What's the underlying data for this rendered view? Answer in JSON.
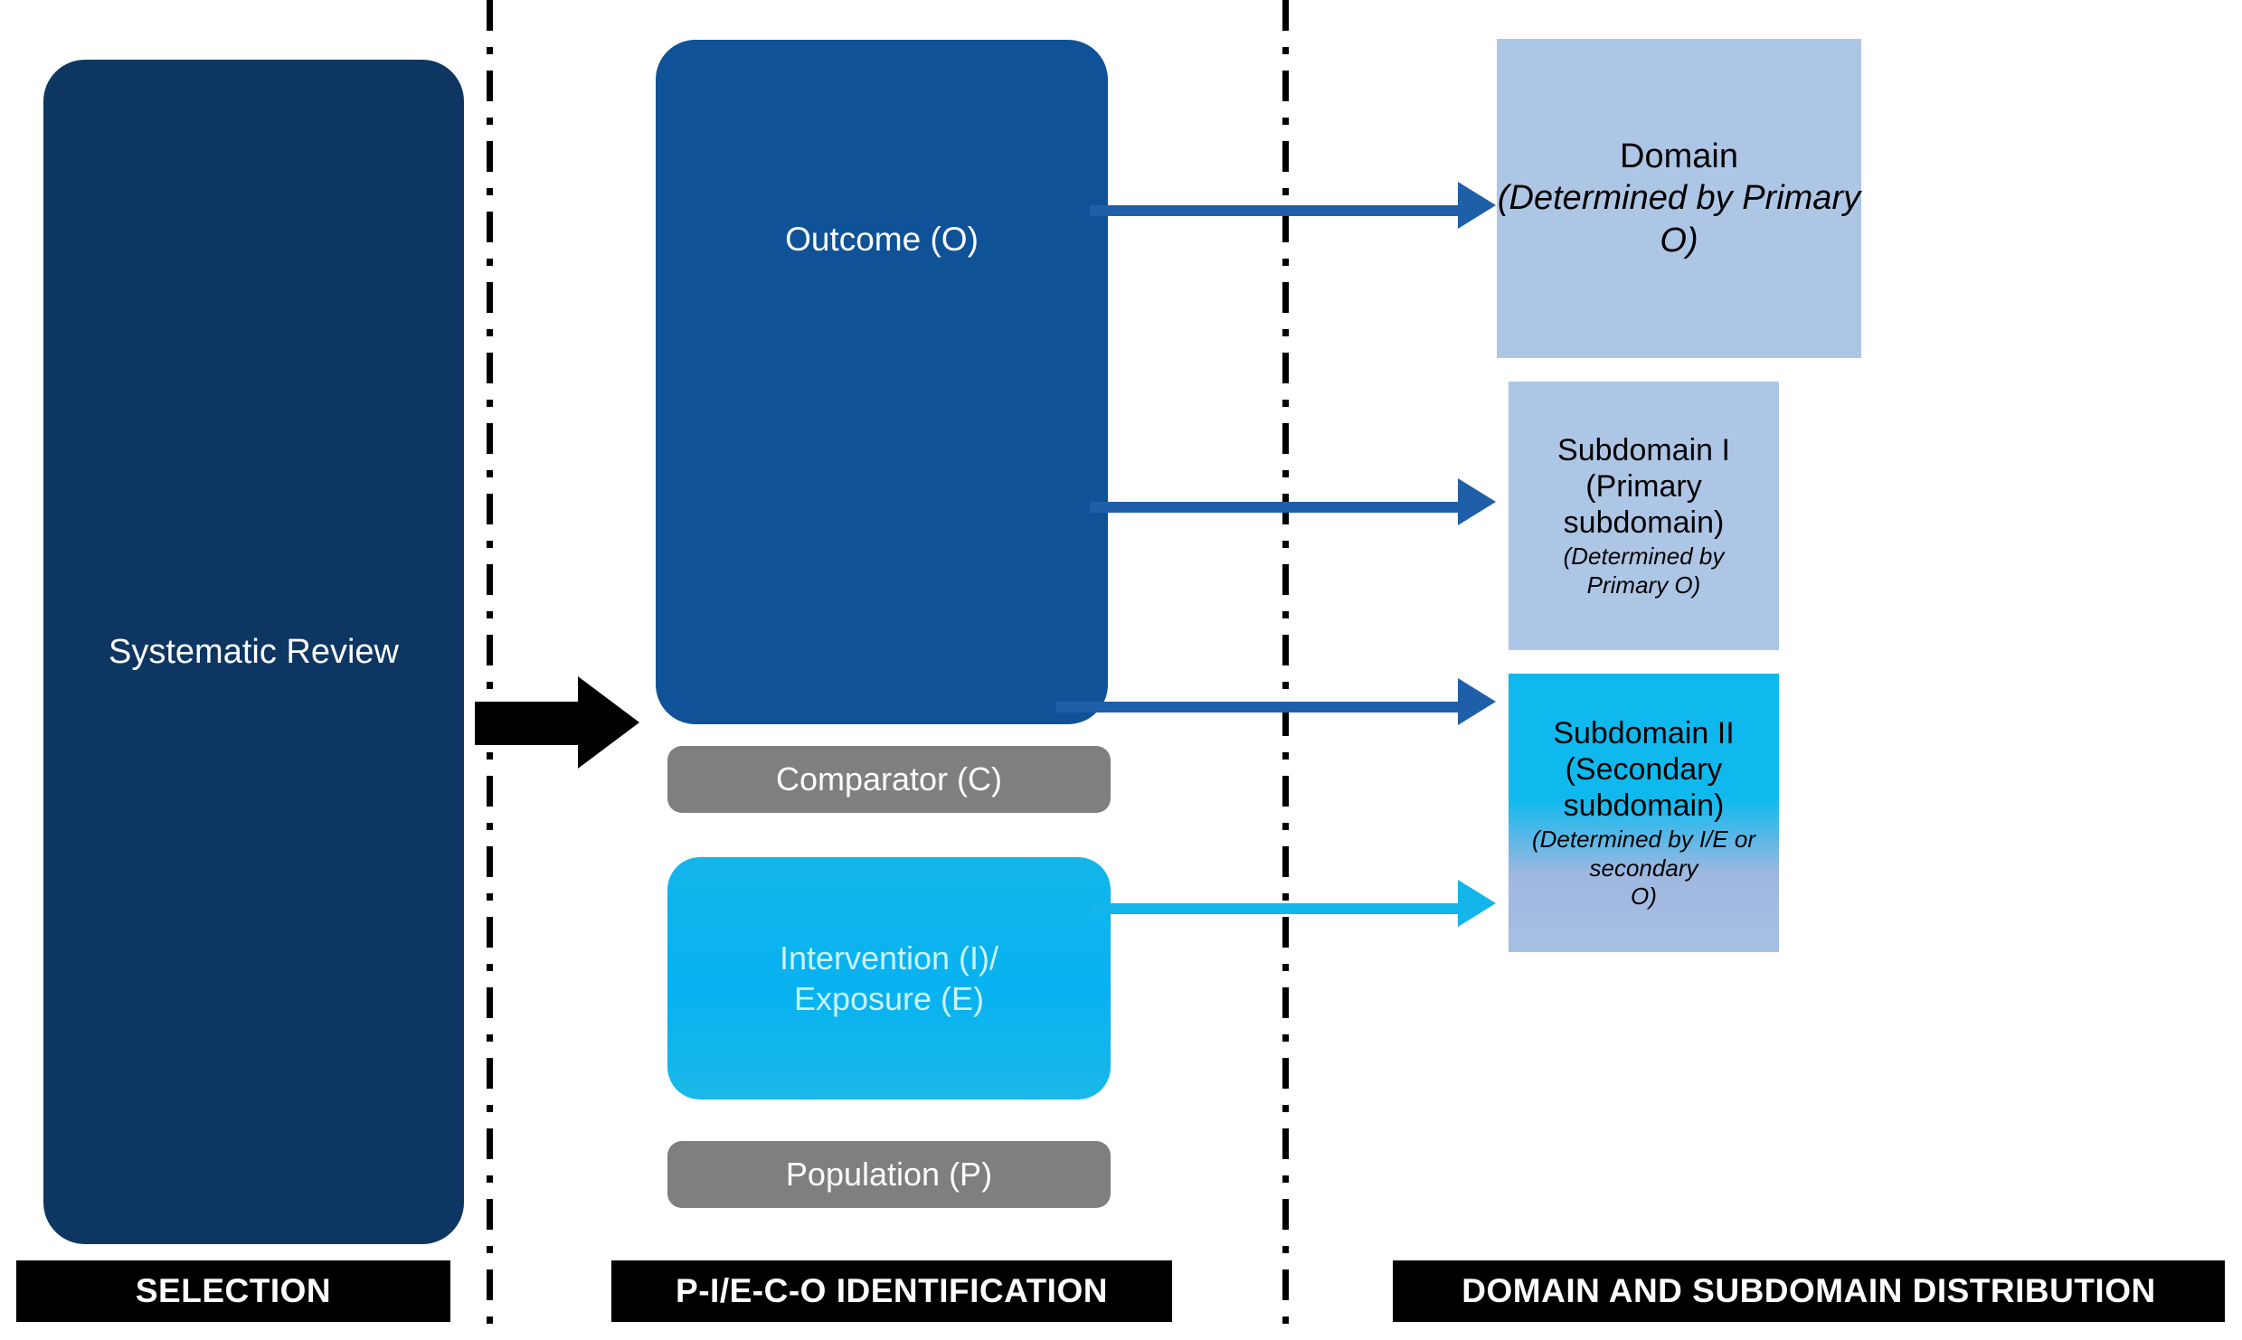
{
  "stages": [
    {
      "id": "selection",
      "label": "SELECTION"
    },
    {
      "id": "pico",
      "label": "P-I/E-C-O IDENTIFICATION"
    },
    {
      "id": "distribution",
      "label": "DOMAIN AND SUBDOMAIN DISTRIBUTION"
    }
  ],
  "selection": {
    "box_label": "Systematic Review"
  },
  "pico": {
    "outcome": "Outcome (O)",
    "comparator": "Comparator (C)",
    "intervention_line1": "Intervention (I)/",
    "intervention_line2": "Exposure (E)",
    "population": "Population (P)"
  },
  "distribution": {
    "domain": {
      "title": "Domain",
      "note": "(Determined by Primary O)"
    },
    "subdomain1": {
      "title": "Subdomain I",
      "subtitle": "(Primary subdomain)",
      "note_line1": "(Determined by",
      "note_line2": "Primary O)"
    },
    "subdomain2": {
      "title": "Subdomain II",
      "subtitle": "(Secondary subdomain)",
      "note_line1": "(Determined by I/E or secondary",
      "note_line2": "O)"
    }
  },
  "colors": {
    "navy": "#0D3663",
    "blue": "#0F5298",
    "arrow_blue": "#1F5FA9",
    "cyan": "#13B5EA",
    "gray": "#7F7F7F",
    "light_blue": "#AEC6E5",
    "black": "#000000",
    "white": "#FFFFFF"
  }
}
